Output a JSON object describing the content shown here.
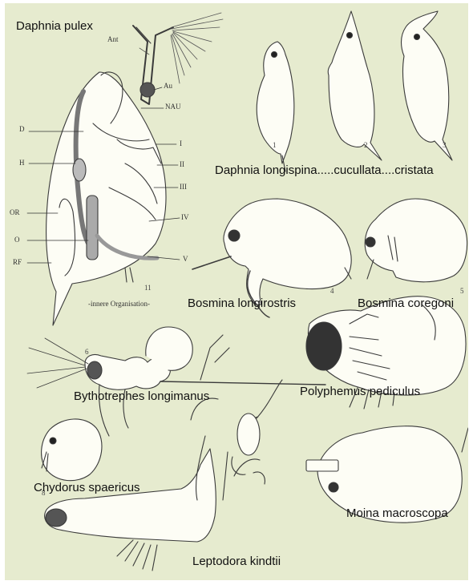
{
  "colors": {
    "background": "#e6ebcf",
    "body_fill": "#fdfdf5",
    "ink": "#3a3a3a",
    "eye": "#222222"
  },
  "species_labels": {
    "daphnia_pulex": "Daphnia pulex",
    "daphnia_longispina": "Daphnia longispina.....cucullata....cristata",
    "bosmina_longirostris": "Bosmina longirostris",
    "bosmina_coregoni": "Bosmina coregoni",
    "bythotrephes": "Bythotrephes longimanus",
    "polyphemus": "Polyphemus pediculus",
    "chydorus": "Chydorus spaericus",
    "moina": "Moina macroscopa",
    "leptodora": "Leptodora kindtii"
  },
  "anatomy_labels": {
    "ant": "Ant",
    "au": "Au",
    "nau": "NAU",
    "d": "D",
    "h": "H",
    "i": "I",
    "ii": "II",
    "iii": "III",
    "or": "OR",
    "iv": "IV",
    "o": "O",
    "v": "V",
    "rf": "RF",
    "inner": "-innere Organisation-"
  },
  "figure_numbers": [
    "1",
    "2",
    "3",
    "4",
    "5",
    "6",
    "8",
    "11"
  ]
}
